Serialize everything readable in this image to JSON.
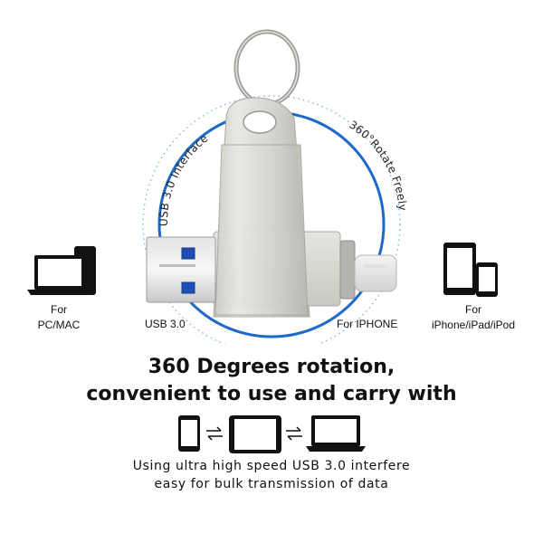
{
  "product": {
    "arc_left_label": "USB 3.0 Interface",
    "arc_right_label": "360°Rotate Freely"
  },
  "side_icons": {
    "left": {
      "line1": "For",
      "line2": "PC/MAC"
    },
    "right": {
      "line1": "For",
      "line2": "iPhone/iPad/iPod"
    }
  },
  "connector_labels": {
    "usb": "USB 3.0",
    "lightning": "For IPHONE"
  },
  "headline": {
    "line1": "360 Degrees rotation,",
    "line2": "convenient to use and carry with"
  },
  "transfer_row": {
    "icons": [
      "phone-icon",
      "tablet-icon",
      "laptop-icon"
    ],
    "arrows": [
      "transfer-arrows-icon",
      "transfer-arrows-icon"
    ]
  },
  "description": {
    "line1": "Using ultra high speed USB 3.0 interfere",
    "line2": "easy for bulk transmission of data"
  }
}
